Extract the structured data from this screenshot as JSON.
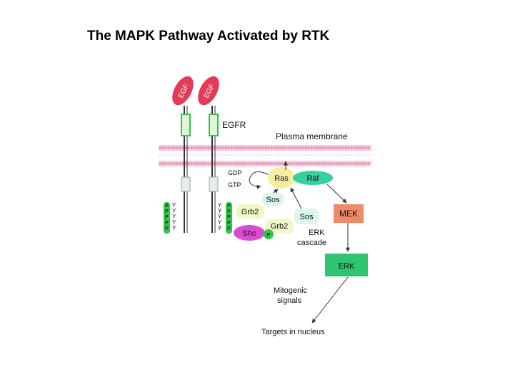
{
  "title": "The MAPK Pathway Activated by RTK",
  "diagram": {
    "ligand_left": "EGF",
    "ligand_right": "EGF",
    "receptor_label": "EGFR",
    "membrane_label": "Plasma membrane",
    "gdp": "GDP",
    "gtp": "GTP",
    "ras": "Ras",
    "raf": "Raf",
    "sos_top": "Sos",
    "sos_right": "Sos",
    "grb2_left": "Grb2",
    "grb2_right": "Grb2",
    "shc": "Shc",
    "p": "P",
    "tyr": "Y",
    "mek": "MEK",
    "erk_box": "ERK",
    "erk_cascade_line1": "ERK",
    "erk_cascade_line2": "cascade",
    "mitogenic_line1": "Mitogenic",
    "mitogenic_line2": "signals",
    "targets": "Targets in nucleus"
  },
  "colors": {
    "egf": "#e33b57",
    "green": "#33c24a",
    "shc": "#d94bd1",
    "ras": "#f5eda0",
    "raf": "#35d0a0",
    "sos": "#d9f5ec",
    "mek": "#ee8a6a",
    "erk": "#2fc46f",
    "membrane": "#f2a8c8"
  }
}
